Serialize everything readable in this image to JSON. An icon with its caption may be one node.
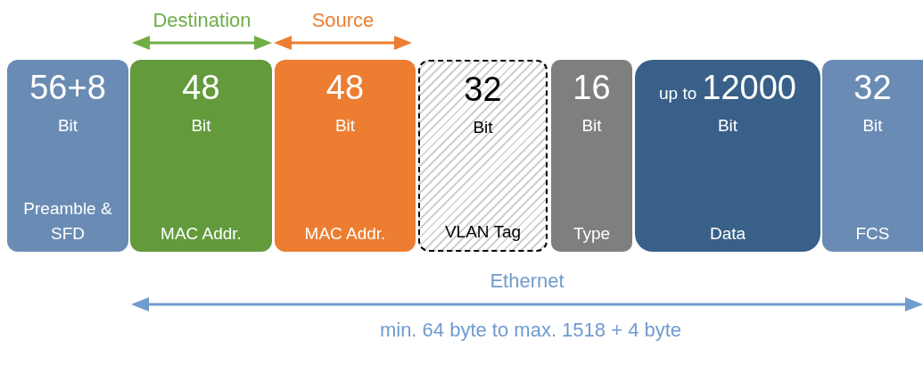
{
  "diagram": {
    "nodes": [
      {
        "text": [
          "56+8",
          "Bit",
          "Preamble & SFD"
        ]
      },
      {
        "text": [
          "48",
          "Bit",
          "MAC Addr."
        ]
      },
      {
        "text": [
          "48",
          "Bit",
          "MAC Addr."
        ]
      },
      {
        "text": [
          "32",
          "Bit",
          "VLAN Tag"
        ]
      },
      {
        "text": [
          "16",
          "Bit",
          "Type"
        ]
      },
      {
        "text": [
          "up to",
          "12000",
          "Bit",
          "Data"
        ]
      },
      {
        "text": [
          "32",
          "Bit",
          "FCS"
        ]
      }
    ],
    "labels": [
      "Destination",
      "Source",
      "Ethernet",
      "min. 64 byte to max. 1518 + 4 byte"
    ]
  }
}
